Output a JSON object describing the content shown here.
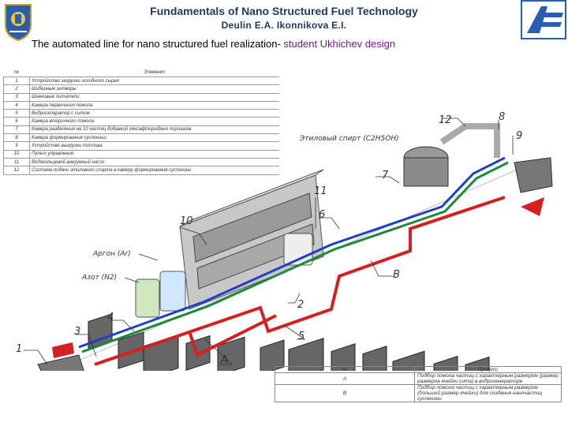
{
  "header": {
    "title": "Fundamentals of Nano Structured Fuel Technology",
    "authors": "Deulin E.A.   Ikonnikova E.I.",
    "subtitle_prefix": "The automated line for nano structured fuel realization- ",
    "subtitle_highlight": "student Ukhichev design"
  },
  "legend": {
    "header_num": "№",
    "header_name": "Элемент",
    "rows": [
      {
        "n": "1",
        "t": "Устройство загрузки исходного сырья"
      },
      {
        "n": "2",
        "t": "Шиберные затворы"
      },
      {
        "n": "3",
        "t": "Шнековые питатели"
      },
      {
        "n": "4",
        "t": "Камера первичного помола"
      },
      {
        "n": "5",
        "t": "Вибросепаратор с ситом"
      },
      {
        "n": "6",
        "t": "Камера вторичного помола"
      },
      {
        "n": "7",
        "t": "Камера разделения на 10 частиц добавкой гексафторидных порошков"
      },
      {
        "n": "8",
        "t": "Камера формирования суспензии"
      },
      {
        "n": "9",
        "t": "Устройство выгрузки топлива"
      },
      {
        "n": "10",
        "t": "Пульт управления"
      },
      {
        "n": "11",
        "t": "Водокольцевой вакуумный насос"
      },
      {
        "n": "12",
        "t": "Система подачи этилового спирта в камеру формирования суспензии"
      }
    ]
  },
  "labels": {
    "n1": "1",
    "n2": "2",
    "n3": "3",
    "n4": "4",
    "n5": "5",
    "n6": "6",
    "n7": "7",
    "n8": "8",
    "n9": "9",
    "n10": "10",
    "n11": "11",
    "n12": "12",
    "ethanol": "Этиловый спирт (C2H5OH)",
    "argon": "Аргон (Ar)",
    "nitrogen": "Азот (N2)",
    "A": "А",
    "B": "В"
  },
  "process_table": {
    "header_num": "№",
    "header_name": "Процесс",
    "rows": [
      {
        "k": "А",
        "t": "Подбор помола частиц с характерным размером (размер размеров ячейки сита) в виброгенераторе"
      },
      {
        "k": "В",
        "t": "Подбор помола частиц с характерным размером (больший размер ячейки) для создания наночастиц суспензии"
      }
    ]
  },
  "colors": {
    "title": "#1f3a60",
    "highlight": "#7a1a8a",
    "pipe_red": "#d42020",
    "pipe_blue": "#2040c0",
    "pipe_green": "#1a8a3a"
  }
}
